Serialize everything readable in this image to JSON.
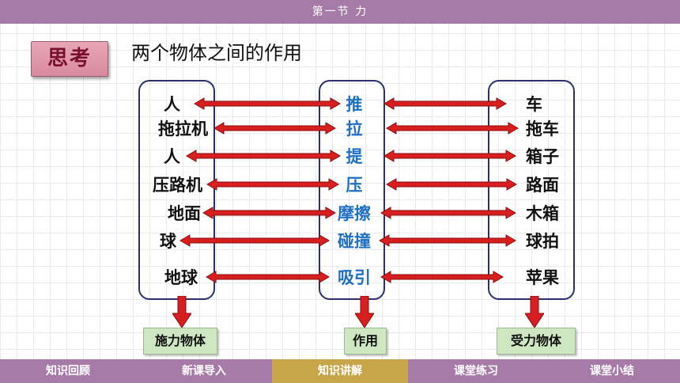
{
  "header": {
    "title": "第一节 力"
  },
  "badge": "思考",
  "title": "两个物体之间的作用",
  "rows": [
    {
      "left": "人",
      "mid": "推",
      "right": "车"
    },
    {
      "left": "拖拉机",
      "mid": "拉",
      "right": "拖车"
    },
    {
      "left": "人",
      "mid": "提",
      "right": "箱子"
    },
    {
      "left": "压路机",
      "mid": "压",
      "right": "路面"
    },
    {
      "left": "地面",
      "mid": "摩擦",
      "right": "木箱"
    },
    {
      "left": "球",
      "mid": "碰撞",
      "right": "球拍"
    },
    {
      "left": "地球",
      "mid": "吸引",
      "right": "苹果"
    }
  ],
  "tags": {
    "left": "施力物体",
    "mid": "作用",
    "right": "受力物体"
  },
  "nav": [
    "知识回顾",
    "新课导入",
    "知识讲解",
    "课堂练习",
    "课堂小结"
  ],
  "nav_active": "知识讲解",
  "colors": {
    "bar": "#a77ba8",
    "active_tab": "#c7a64a",
    "mid_text": "#1f6fc2",
    "arrow": "#d81e1e",
    "tag_bg": "#cfe6c3",
    "box_border": "#2b2f6e"
  }
}
